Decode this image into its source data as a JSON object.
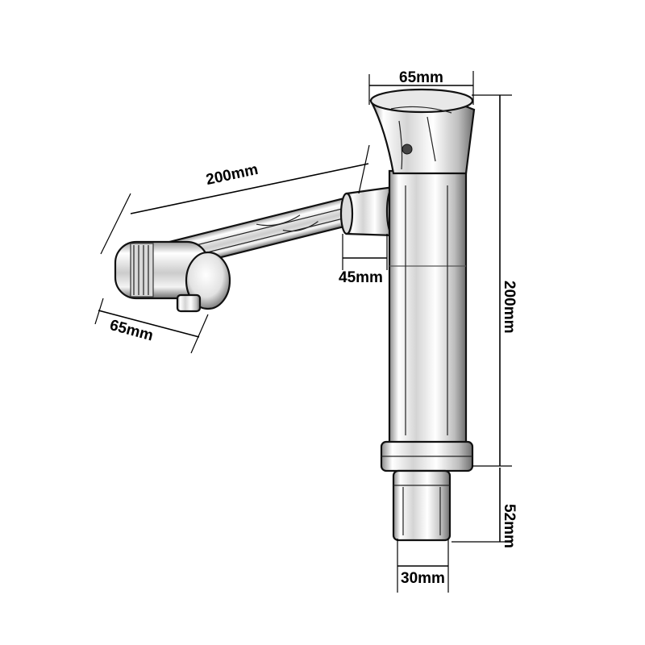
{
  "dimensions": {
    "spout_length": "200mm",
    "spout_end_width": "65mm",
    "spout_joint": "45mm",
    "top_width": "65mm",
    "body_height": "200mm",
    "shank_height": "52mm",
    "shank_width": "30mm"
  },
  "colors": {
    "line": "#000000",
    "metal_light": "#ffffff",
    "metal_mid": "#cfcfcf",
    "metal_dark": "#7a7a7a"
  }
}
